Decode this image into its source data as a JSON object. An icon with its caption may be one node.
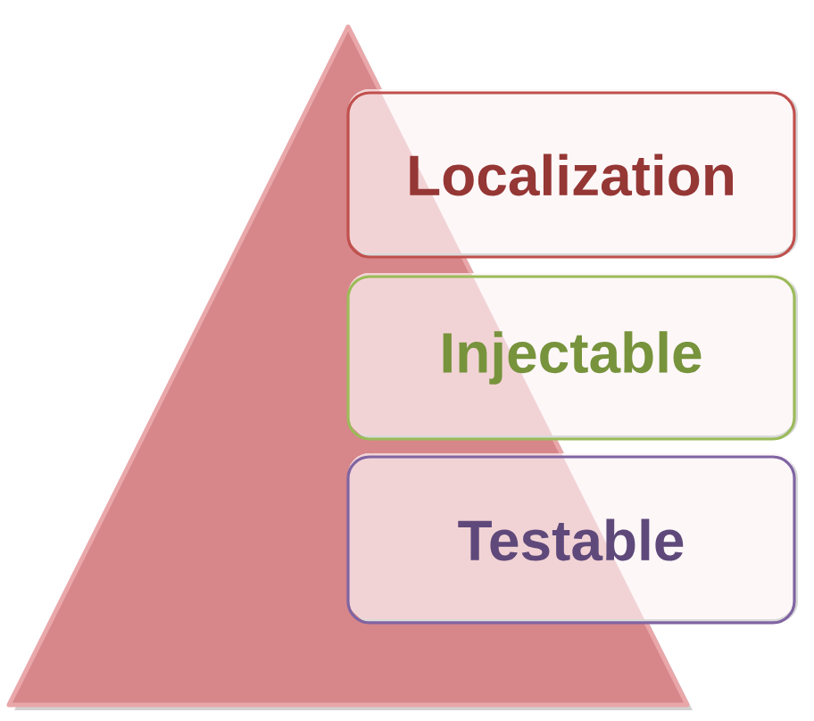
{
  "diagram": {
    "nodes": [
      {
        "text": [],
        "shape": "triangle"
      },
      {
        "text": [
          "Localization"
        ]
      },
      {
        "text": [
          "Injectable"
        ]
      },
      {
        "text": [
          "Testable"
        ]
      }
    ]
  }
}
